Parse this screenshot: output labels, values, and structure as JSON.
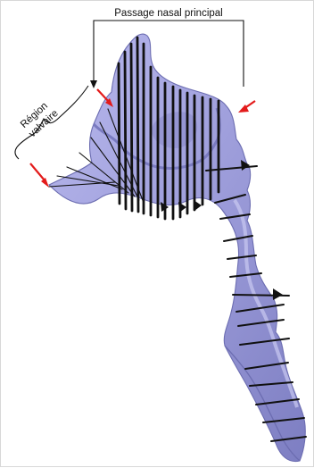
{
  "figure": {
    "labels": {
      "top": "Passage nasal principal",
      "left_line1": "Région",
      "left_line2": "valvaire"
    },
    "colors": {
      "airway_fill": "#9a9ad8",
      "airway_shadow": "#6f70b4",
      "airway_highlight": "#c9c9f1",
      "section_lines": "#111111",
      "arrow": "#e31b1b",
      "bracket": "#111111",
      "frame": "#d8d8d8"
    }
  }
}
